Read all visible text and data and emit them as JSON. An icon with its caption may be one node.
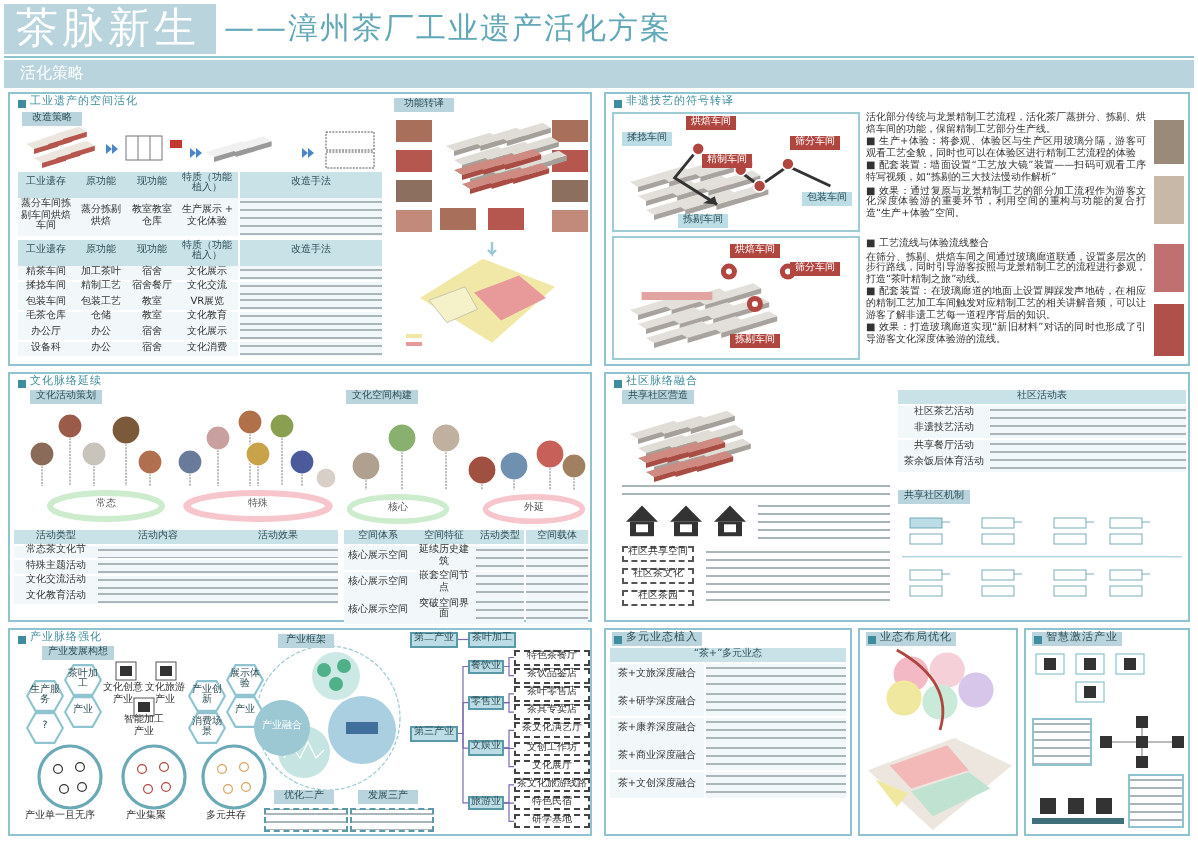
{
  "diagram": {
    "title": "茶脉新生",
    "nodes": [
      {
        "text": [
          "工业遗产的空间活化"
        ]
      },
      {
        "text": [
          "改造策略"
        ],
        "in": 0
      },
      {
        "text": [
          "功能转译"
        ],
        "in": 0
      },
      {
        "text": [
          "非遗技艺的符号转译"
        ]
      },
      {
        "text": [
          "烘焙车间"
        ],
        "in": 3
      },
      {
        "text": [
          "揉捻车间"
        ],
        "in": 3
      },
      {
        "text": [
          "筛分车间"
        ],
        "in": 3
      },
      {
        "text": [
          "精制车间"
        ],
        "in": 3
      },
      {
        "text": [
          "包装车间"
        ],
        "in": 3
      },
      {
        "text": [
          "拣剔车间"
        ],
        "in": 3
      },
      {
        "text": [
          "烘焙车间"
        ],
        "in": 3
      },
      {
        "text": [
          "筛分车间"
        ],
        "in": 3
      },
      {
        "text": [
          "拣剔车间"
        ],
        "in": 3
      },
      {
        "text": [
          "文化脉络延续"
        ]
      },
      {
        "text": [
          "文化活动策划"
        ],
        "in": 13
      },
      {
        "text": [
          "文化空间构建"
        ],
        "in": 13
      },
      {
        "text": [
          "常态"
        ],
        "in": 13
      },
      {
        "text": [
          "特殊"
        ],
        "in": 13
      },
      {
        "text": [
          "核心"
        ],
        "in": 13
      },
      {
        "text": [
          "外延"
        ],
        "in": 13
      },
      {
        "text": [
          "社区脉络融合"
        ]
      },
      {
        "text": [
          "共享社区营造"
        ],
        "in": 20
      },
      {
        "text": [
          "社区共享空间"
        ],
        "in": 20
      },
      {
        "text": [
          "社区茶文化"
        ],
        "in": 20
      },
      {
        "text": [
          "社区茶园"
        ],
        "in": 20
      },
      {
        "text": [
          "共享社区机制"
        ],
        "in": 20
      },
      {
        "text": [
          "产业脉络强化"
        ]
      },
      {
        "text": [
          "产业发展构想"
        ],
        "in": 26
      },
      {
        "text": [
          "生产服务"
        ],
        "in": 26
      },
      {
        "text": [
          "茶叶加工"
        ],
        "in": 26
      },
      {
        "text": [
          "产业"
        ],
        "in": 26
      },
      {
        "text": [
          "?"
        ],
        "in": 26
      },
      {
        "text": [
          "展示体验"
        ],
        "in": 26
      },
      {
        "text": [
          "产业创新"
        ],
        "in": 26
      },
      {
        "text": [
          "产业"
        ],
        "in": 26
      },
      {
        "text": [
          "消费场景"
        ],
        "in": 26
      },
      {
        "text": [
          "产业框架"
        ],
        "in": 26
      },
      {
        "text": [
          "产业融合"
        ],
        "in": 26
      },
      {
        "text": [
          "优化二产"
        ],
        "in": 26
      },
      {
        "text": [
          "发展三产"
        ],
        "in": 26
      },
      {
        "text": [],
        "shape": "box",
        "in": 26
      },
      {
        "text": [],
        "shape": "box",
        "in": 26
      },
      {
        "text": [
          "第二产业"
        ],
        "in": 26
      },
      {
        "text": [
          "茶叶加工"
        ],
        "in": 26
      },
      {
        "text": [
          "第三产业"
        ],
        "in": 26
      },
      {
        "text": [
          "餐饮业"
        ],
        "in": 26
      },
      {
        "text": [
          "零售业"
        ],
        "in": 26
      },
      {
        "text": [
          "文娱业"
        ],
        "in": 26
      },
      {
        "text": [
          "旅游业"
        ],
        "in": 26
      },
      {
        "text": [
          "特色茶餐厅"
        ],
        "in": 26
      },
      {
        "text": [
          "茶饮品鉴店"
        ],
        "in": 26
      },
      {
        "text": [
          "茶叶零售店"
        ],
        "in": 26
      },
      {
        "text": [
          "茶具专卖店"
        ],
        "in": 26
      },
      {
        "text": [
          "茶文化演艺厅"
        ],
        "in": 26
      },
      {
        "text": [
          "文创工作坊"
        ],
        "in": 26
      },
      {
        "text": [
          "文化展厅"
        ],
        "in": 26
      },
      {
        "text": [
          "茶文化旅游线路"
        ],
        "in": 26
      },
      {
        "text": [
          "特色民宿"
        ],
        "in": 26
      },
      {
        "text": [
          "研学基地"
        ],
        "in": 26
      },
      {
        "text": [
          "多元业态植入"
        ]
      },
      {
        "text": [
          "业态布局优化"
        ]
      },
      {
        "text": [
          "智慧激活产业"
        ]
      },
      {
        "text": [],
        "shape": "box",
        "in": 61
      },
      {
        "text": [],
        "shape": "box",
        "in": 61
      }
    ],
    "edges": [
      {
        "from": 42,
        "to": 43,
        "arrow": "none"
      },
      {
        "from": 44,
        "to": 45,
        "arrow": "none"
      },
      {
        "from": 44,
        "to": 46,
        "arrow": "none"
      },
      {
        "from": 44,
        "to": 47,
        "arrow": "none"
      },
      {
        "from": 44,
        "to": 48,
        "arrow": "none"
      },
      {
        "from": 45,
        "to": 49,
        "arrow": "none"
      },
      {
        "from": 45,
        "to": 50,
        "arrow": "none"
      },
      {
        "from": 46,
        "to": 51,
        "arrow": "none"
      },
      {
        "from": 46,
        "to": 52,
        "arrow": "none"
      },
      {
        "from": 47,
        "to": 53,
        "arrow": "none"
      },
      {
        "from": 47,
        "to": 54,
        "arrow": "none"
      },
      {
        "from": 47,
        "to": 55,
        "arrow": "none"
      },
      {
        "from": 48,
        "to": 56,
        "arrow": "none"
      },
      {
        "from": 48,
        "to": 57,
        "arrow": "none"
      },
      {
        "from": 48,
        "to": 58,
        "arrow": "none"
      }
    ],
    "labels": [
      "——漳州茶厂工业遗产活化方案",
      "活化策略",
      "工业遗存",
      "原功能",
      "现功能",
      "特质（功能植入）",
      "改造手法",
      "蒸分车间拣剔车间烘焙车间",
      "蒸分拣剔烘焙",
      "教室教室仓库",
      "生产展示 + 文化体验",
      "工业遗存",
      "原功能",
      "现功能",
      "特质（功能植入）",
      "改造手法",
      "精茶车间",
      "加工茶叶",
      "宿舍",
      "文化展示",
      "揉捻车间",
      "精制工艺",
      "宿舍餐厅",
      "文化交流",
      "包装车间",
      "包装工艺",
      "教室",
      "VR展览",
      "毛茶仓库",
      "仓储",
      "教室",
      "文化教育",
      "办公厅",
      "办公",
      "宿舍",
      "文化展示",
      "设备科",
      "办公",
      "宿舍",
      "文化消费",
      "活化部分传统与龙景精制工艺流程，活化茶厂蒸拼分、拣剔、烘焙车间的功能，保留精制工艺部分生产线。",
      "■ 生产+体验：将参观、体验区与生产区用玻璃分隔，游客可观看工艺全貌，同时也可以在体验区进行精制工艺流程的体验",
      "■ 配套装置：墙面设置“工艺放大镜”装置——扫码可观看工序特写视频，如“拣剔的三大技法慢动作解析”",
      "■ 效果：通过复原与龙景精制工艺的部分加工流程作为游客文化深度体验游的重要环节，利用空间的重构与功能的复合打造“生产+体验”空间。",
      "■ 工艺流线与体验流线整合",
      "在筛分、拣剔、烘焙车间之间通过玻璃廊道联通，设置多层次的步行路线，同时引导游客按照与龙景精制工艺的流程进行参观，打造“茶叶精制之旅”动线。",
      "■ 配套装置：在玻璃廊道的地面上设置脚踩发声地砖，在相应的精制工艺加工车间触发对应精制工艺的相关讲解音频，可以让游客了解非遗工艺每一道程序背后的知识。",
      "■ 效果：打造玻璃廊道实现“新旧材料”对话的同时也形成了引导游客文化深度体验游的流线。",
      "活动类型",
      "活动内容",
      "活动效果",
      "常态茶文化节",
      "特殊主题活动",
      "文化交流活动",
      "文化教育活动",
      "空间体系",
      "空间特征",
      "活动类型",
      "空间载体",
      "核心展示空间",
      "延续历史建筑",
      "核心展示空间",
      "嵌套空间节点",
      "核心展示空间",
      "突破空间界面",
      "社区活动表",
      "社区茶艺活动",
      "非遗技艺活动",
      "共享餐厅活动",
      "茶余饭后体育活动",
      "文化创意产业",
      "文化旅游产业",
      "智能加工产业",
      "产业单一且无序",
      "产业集聚",
      "多元共存",
      "“茶+”多元业态",
      "茶+文旅深度融合",
      "茶+研学深度融合",
      "茶+康养深度融合",
      "茶+商业深度融合",
      "茶+文创深度融合"
    ]
  }
}
